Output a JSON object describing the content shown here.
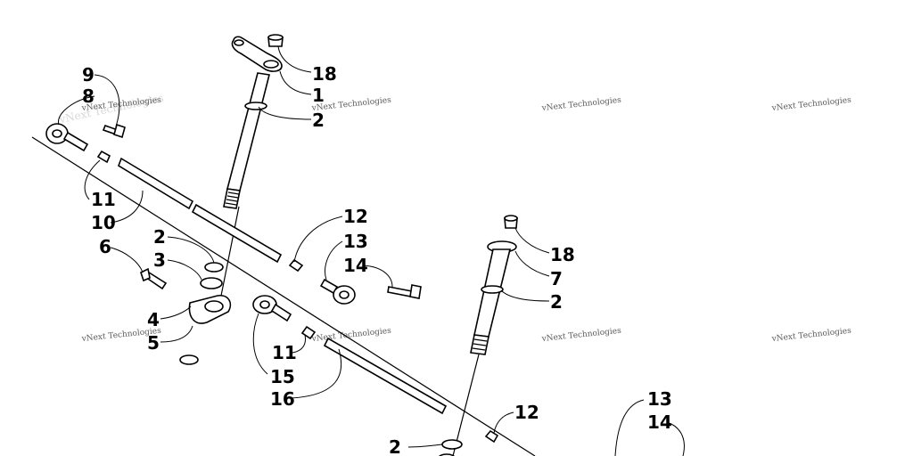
{
  "diagram": {
    "callouts": [
      "9",
      "8",
      "18",
      "1",
      "2",
      "11",
      "10",
      "12",
      "13",
      "14",
      "2",
      "3",
      "6",
      "4",
      "5",
      "11",
      "15",
      "16",
      "18",
      "7",
      "2",
      "12",
      "13",
      "14",
      "2"
    ],
    "watermark": "vNext Technologies"
  }
}
